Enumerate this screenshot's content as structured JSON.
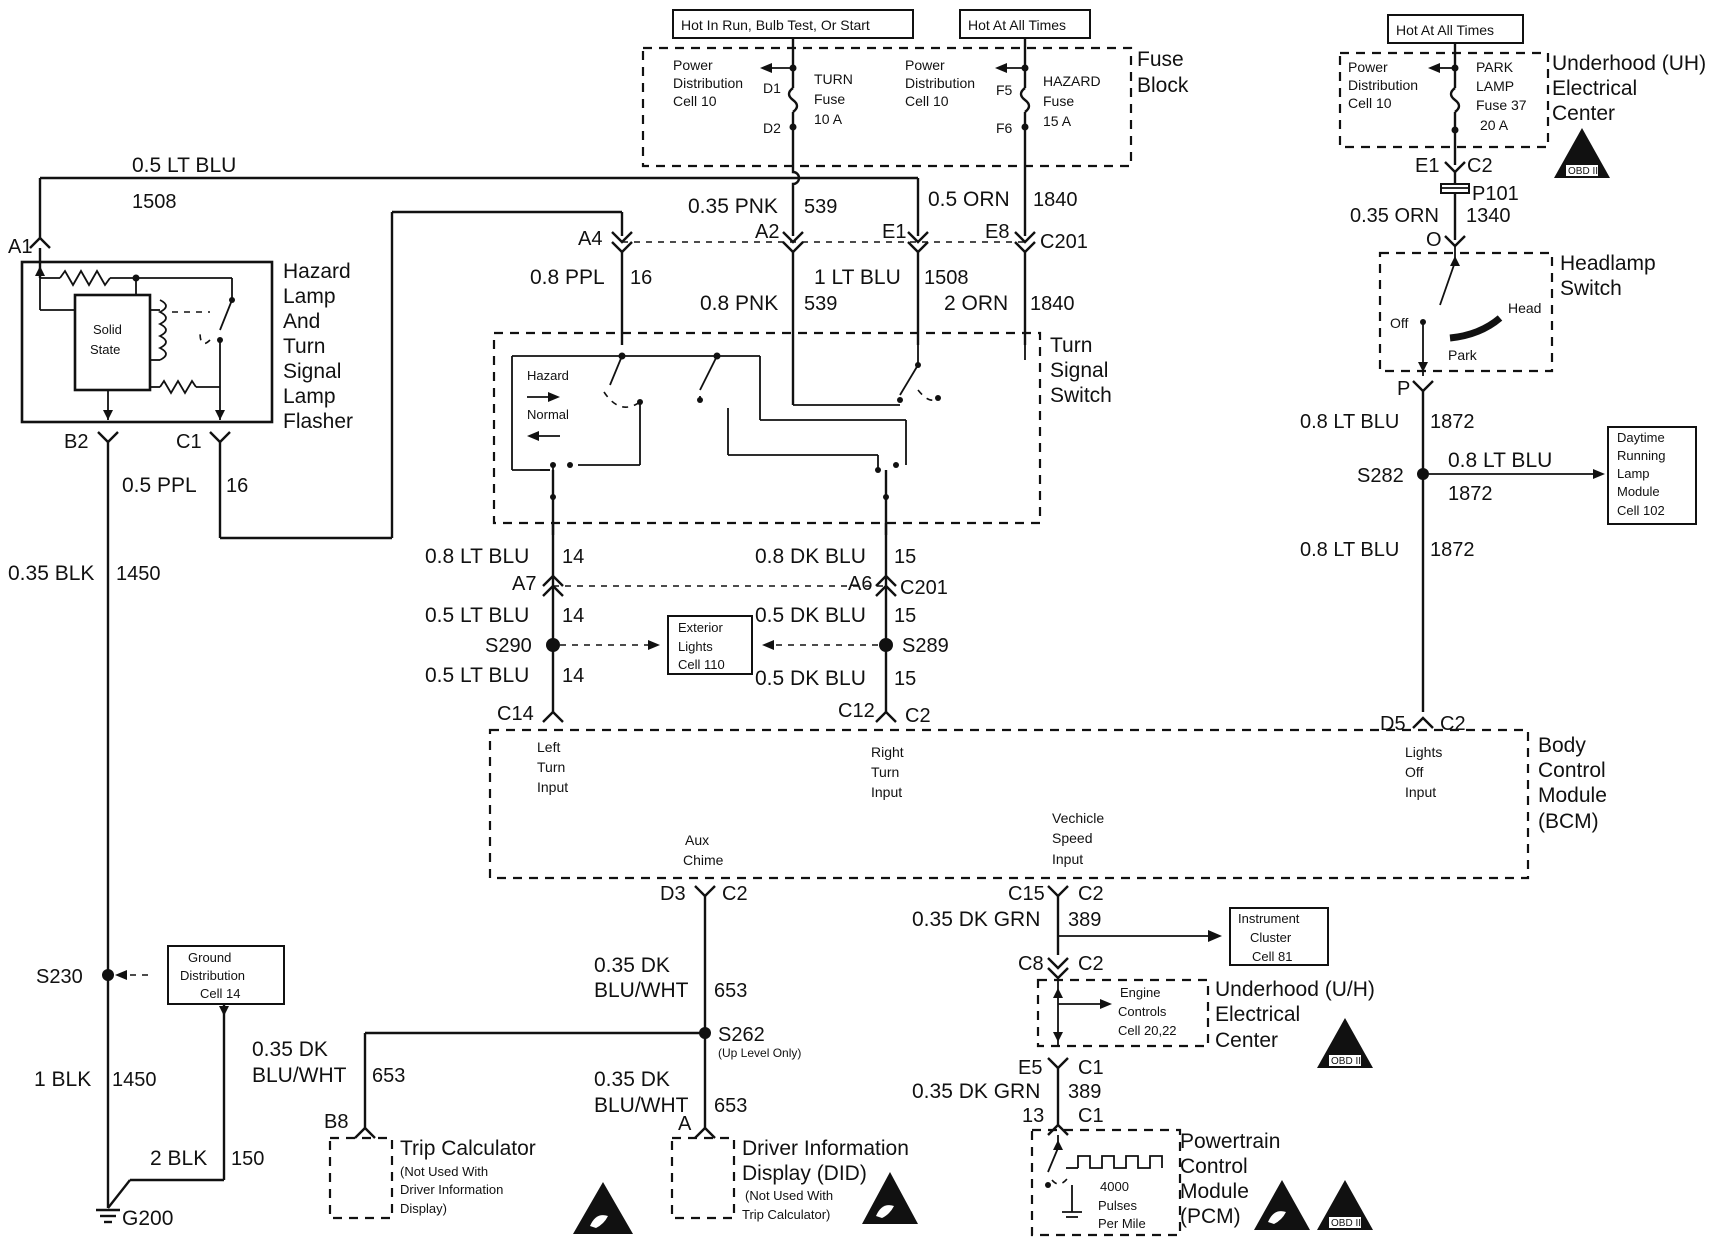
{
  "boxes": {
    "hot_in_run": "Hot In Run, Bulb Test, Or Start",
    "hot_all_times_1": "Hot At All Times",
    "hot_all_times_2": "Hot At All Times"
  },
  "fuse_block": {
    "title_1": "Fuse",
    "title_2": "Block",
    "turn_pdc": [
      "Power",
      "Distribution",
      "Cell 10"
    ],
    "turn_fuse": [
      "TURN",
      "Fuse",
      "10 A"
    ],
    "hazard_pdc": [
      "Power",
      "Distribution",
      "Cell 10"
    ],
    "hazard_fuse": [
      "HAZARD",
      "Fuse",
      "15 A"
    ],
    "pins": {
      "d1": "D1",
      "d2": "D2",
      "f5": "F5",
      "f6": "F6"
    }
  },
  "uh_center_top": {
    "title": [
      "Underhood (UH)",
      "Electrical",
      "Center"
    ],
    "pdc": [
      "Power",
      "Distribution",
      "Cell 10"
    ],
    "fuse": [
      "PARK",
      "LAMP",
      "Fuse 37",
      "20 A"
    ],
    "obd": "OBD II",
    "e1": "E1",
    "c2": "C2",
    "p101": "P101",
    "wire": "0.35 ORN",
    "circuit": "1340",
    "o": "O"
  },
  "flasher": {
    "title": [
      "Hazard",
      "Lamp",
      "And",
      "Turn",
      "Signal",
      "Lamp",
      "Flasher"
    ],
    "solid_state": [
      "Solid",
      "State"
    ],
    "a1": "A1",
    "b2": "B2",
    "c1": "C1"
  },
  "wires": {
    "lt_blu_05": "0.5 LT BLU",
    "c1508": "1508",
    "pnk_035": "0.35 PNK",
    "c539": "539",
    "orn_05": "0.5 ORN",
    "c1840": "1840",
    "a4": "A4",
    "a2": "A2",
    "e1": "E1",
    "e8": "E8",
    "c201": "C201",
    "ppl_08": "0.8 PPL",
    "c16": "16",
    "lt_blu_1": "1 LT BLU",
    "c1508b": "1508",
    "pnk_08": "0.8 PNK",
    "c539b": "539",
    "orn_2": "2 ORN",
    "c1840b": "1840",
    "ppl_05": "0.5 PPL",
    "c16b": "16",
    "blk_035": "0.35 BLK",
    "c1450": "1450",
    "lt_blu_08": "0.8 LT BLU",
    "c14": "14",
    "dk_blu_08": "0.8 DK BLU",
    "c15": "15",
    "a7": "A7",
    "a6": "A6",
    "c201b": "C201",
    "lt_blu_05b": "0.5 LT BLU",
    "c14b": "14",
    "dk_blu_05": "0.5 DK BLU",
    "c15b": "15",
    "s290": "S290",
    "s289": "S289",
    "lt_blu_05c": "0.5 LT BLU",
    "c14c": "14",
    "dk_blu_05b": "0.5 DK BLU",
    "c15c": "15",
    "c14pin": "C14",
    "c12pin": "C12",
    "c2a": "C2"
  },
  "turn_switch": {
    "title": [
      "Turn",
      "Signal",
      "Switch"
    ],
    "hazard": "Hazard",
    "normal": "Normal"
  },
  "exterior": [
    "Exterior",
    "Lights",
    "Cell 110"
  ],
  "headlamp": {
    "title": [
      "Headlamp",
      "Switch"
    ],
    "off": "Off",
    "head": "Head",
    "park": "Park",
    "p": "P",
    "wire1": "0.8 LT BLU",
    "c1872": "1872",
    "s282": "S282",
    "wire2": "0.8 LT BLU",
    "c1872b": "1872",
    "wire3": "0.8 LT BLU",
    "c1872c": "1872",
    "d5": "D5",
    "c2": "C2"
  },
  "drl": [
    "Daytime",
    "Running",
    "Lamp",
    "Module",
    "Cell 102"
  ],
  "bcm": {
    "title": [
      "Body",
      "Control",
      "Module",
      "(BCM)"
    ],
    "left_turn": [
      "Left",
      "Turn",
      "Input"
    ],
    "right_turn": [
      "Right",
      "Turn",
      "Input"
    ],
    "lights_off": [
      "Lights",
      "Off",
      "Input"
    ],
    "aux": [
      "Aux",
      "Chime"
    ],
    "vss": [
      "Vechicle",
      "Speed",
      "Input"
    ]
  },
  "lower_left": {
    "s230": "S230",
    "gnd_dist": [
      "Ground",
      "Distribution",
      "Cell 14"
    ],
    "blk_1": "1 BLK",
    "c1450b": "1450",
    "blk_2": "2 BLK",
    "c150": "150",
    "g200": "G200"
  },
  "aux_wiring": {
    "d3": "D3",
    "c2": "C2",
    "w1a": "0.35 DK",
    "w1b": "BLU/WHT",
    "c653": "653",
    "s262": "S262",
    "s262_note": "(Up Level Only)",
    "w2a": "0.35 DK",
    "w2b": "BLU/WHT",
    "c653b": "653",
    "w3a": "0.35 DK",
    "w3b": "BLU/WHT",
    "c653c": "653",
    "b8": "B8",
    "a": "A"
  },
  "trip": [
    "Trip Calculator",
    "(Not Used With",
    "Driver Information",
    "Display)"
  ],
  "did": [
    "Driver Information",
    "Display (DID)",
    "(Not Used With",
    "Trip Calculator)"
  ],
  "vss_wiring": {
    "c15": "C15",
    "c2": "C2",
    "wire": "0.35 DK GRN",
    "c389": "389",
    "c8": "C8",
    "c2b": "C2",
    "e5": "E5",
    "c1": "C1",
    "wire2": "0.35 DK GRN",
    "c389b": "389",
    "p13": "13",
    "c1b": "C1"
  },
  "cluster": [
    "Instrument",
    "Cluster",
    "Cell 81"
  ],
  "uh_center_bottom": {
    "title": [
      "Underhood (U/H)",
      "Electrical",
      "Center"
    ],
    "engine": [
      "Engine",
      "Controls",
      "Cell 20,22"
    ],
    "obd": "OBD II"
  },
  "pcm": {
    "title": [
      "Powertrain",
      "Control",
      "Module",
      "(PCM)"
    ],
    "pulses": [
      "4000",
      "Pulses",
      "Per Mile"
    ],
    "obd": "OBD II"
  }
}
